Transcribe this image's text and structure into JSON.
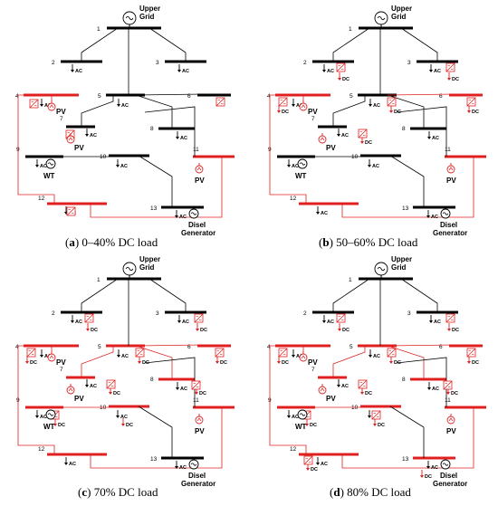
{
  "colors": {
    "ac": "#000000",
    "dc": "#e02020"
  },
  "labels": {
    "upper_grid": [
      "Upper",
      "Grid"
    ],
    "generator": [
      "Disel",
      "Generator"
    ],
    "pv": "PV",
    "wt": "WT",
    "ac": "AC",
    "dc": "DC"
  },
  "panels": [
    {
      "id": "a",
      "letter": "(a)",
      "caption": "0–40% DC load"
    },
    {
      "id": "b",
      "letter": "(b)",
      "caption": "50–60% DC load"
    },
    {
      "id": "c",
      "letter": "(c)",
      "caption": "70% DC load"
    },
    {
      "id": "d",
      "letter": "(d)",
      "caption": "80% DC load"
    }
  ]
}
